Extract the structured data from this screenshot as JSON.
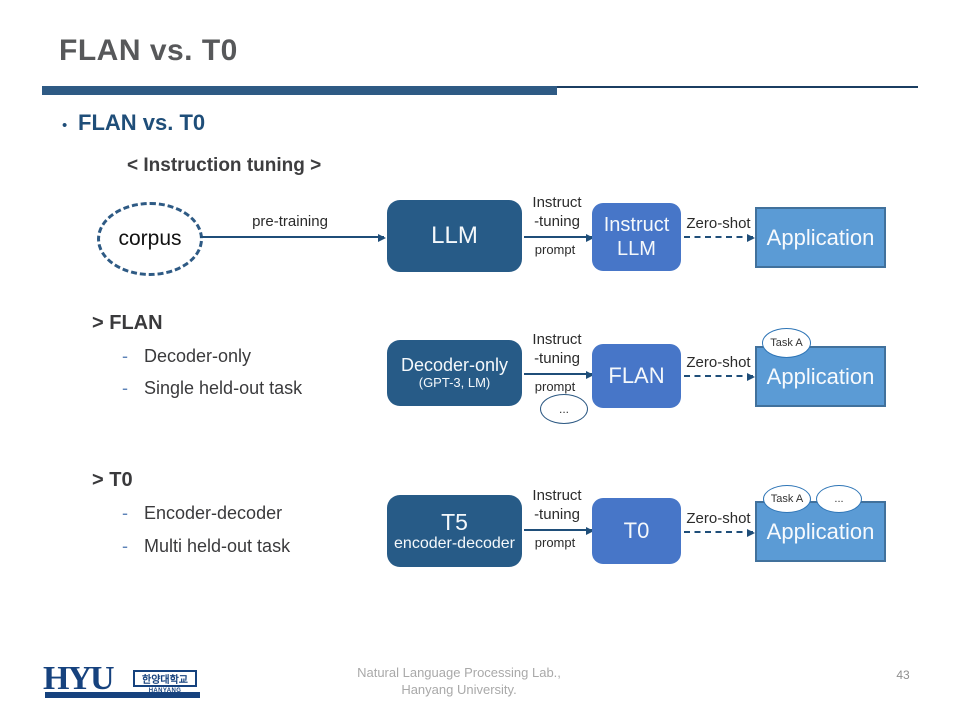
{
  "slide": {
    "title": "FLAN vs. T0",
    "heading": {
      "bullet": "•",
      "text": "FLAN vs. T0"
    },
    "caption": "< Instruction tuning >",
    "footer": {
      "line1": "Natural Language Processing  Lab.,",
      "line2": "Hanyang University.",
      "page": "43"
    },
    "logo": {
      "acronym": "HYU",
      "korean": "한양대학교",
      "english": "HANYANG UNIVERSITY"
    }
  },
  "sections": {
    "flan": {
      "heading": "> FLAN",
      "dash": "-",
      "items": [
        "Decoder-only",
        "Single held-out task"
      ]
    },
    "t0": {
      "heading": "> T0",
      "dash": "-",
      "items": [
        "Encoder-decoder",
        "Multi held-out task"
      ]
    }
  },
  "pipeline": {
    "row1": {
      "corpus": "corpus",
      "pre_arrow": "pre-training",
      "model": "LLM",
      "tuning1": "Instruct",
      "tuning2": "-tuning",
      "prompt": "prompt",
      "tuned1": "Instruct",
      "tuned2": "LLM",
      "zero_shot": "Zero-shot",
      "application": "Application"
    },
    "row2": {
      "model1": "Decoder-only",
      "model2": "(GPT-3, LM)",
      "tuning1": "Instruct",
      "tuning2": "-tuning",
      "prompt": "prompt",
      "prompt_more": "...",
      "tuned": "FLAN",
      "zero_shot": "Zero-shot",
      "application": "Application",
      "badge1": "Task A"
    },
    "row3": {
      "model1": "T5",
      "model2": "encoder-decoder",
      "tuning1": "Instruct",
      "tuning2": "-tuning",
      "prompt": "prompt",
      "tuned": "T0",
      "zero_shot": "Zero-shot",
      "application": "Application",
      "badge1": "Task A",
      "badge2": "..."
    }
  },
  "colors": {
    "dark_box": "#275b87",
    "medium_box": "#4776c8",
    "light_box": "#5b9bd5",
    "light_box_border": "#41719c",
    "accent": "#1f4e79",
    "title_text": "#57585a"
  }
}
